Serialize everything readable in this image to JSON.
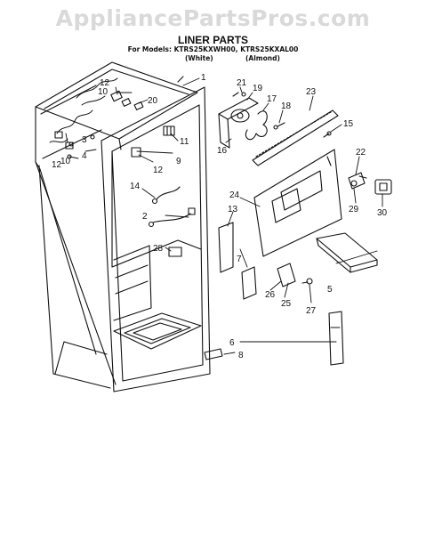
{
  "watermark": "AppliancePartsPros.com",
  "title": "LINER PARTS",
  "models_line": "For Models: KTRS25KXWH00, KTRS25KXAL00",
  "color_left": "(White)",
  "color_right": "(Almond)",
  "callouts": [
    {
      "id": "c1",
      "label": "1"
    },
    {
      "id": "c2",
      "label": "2"
    },
    {
      "id": "c3",
      "label": "3"
    },
    {
      "id": "c4",
      "label": "4"
    },
    {
      "id": "c5",
      "label": "5"
    },
    {
      "id": "c6",
      "label": "6"
    },
    {
      "id": "c7",
      "label": "7"
    },
    {
      "id": "c8",
      "label": "8"
    },
    {
      "id": "c9",
      "label": "9"
    },
    {
      "id": "c10a",
      "label": "10"
    },
    {
      "id": "c10b",
      "label": "10"
    },
    {
      "id": "c11",
      "label": "11"
    },
    {
      "id": "c12a",
      "label": "12"
    },
    {
      "id": "c12b",
      "label": "12"
    },
    {
      "id": "c12c",
      "label": "12"
    },
    {
      "id": "c13",
      "label": "13"
    },
    {
      "id": "c14",
      "label": "14"
    },
    {
      "id": "c15",
      "label": "15"
    },
    {
      "id": "c16",
      "label": "16"
    },
    {
      "id": "c17",
      "label": "17"
    },
    {
      "id": "c18",
      "label": "18"
    },
    {
      "id": "c19",
      "label": "19"
    },
    {
      "id": "c20",
      "label": "20"
    },
    {
      "id": "c21",
      "label": "21"
    },
    {
      "id": "c22",
      "label": "22"
    },
    {
      "id": "c23",
      "label": "23"
    },
    {
      "id": "c24",
      "label": "24"
    },
    {
      "id": "c25",
      "label": "25"
    },
    {
      "id": "c26",
      "label": "26"
    },
    {
      "id": "c27",
      "label": "27"
    },
    {
      "id": "c28",
      "label": "28"
    },
    {
      "id": "c29",
      "label": "29"
    },
    {
      "id": "c30",
      "label": "30"
    }
  ]
}
